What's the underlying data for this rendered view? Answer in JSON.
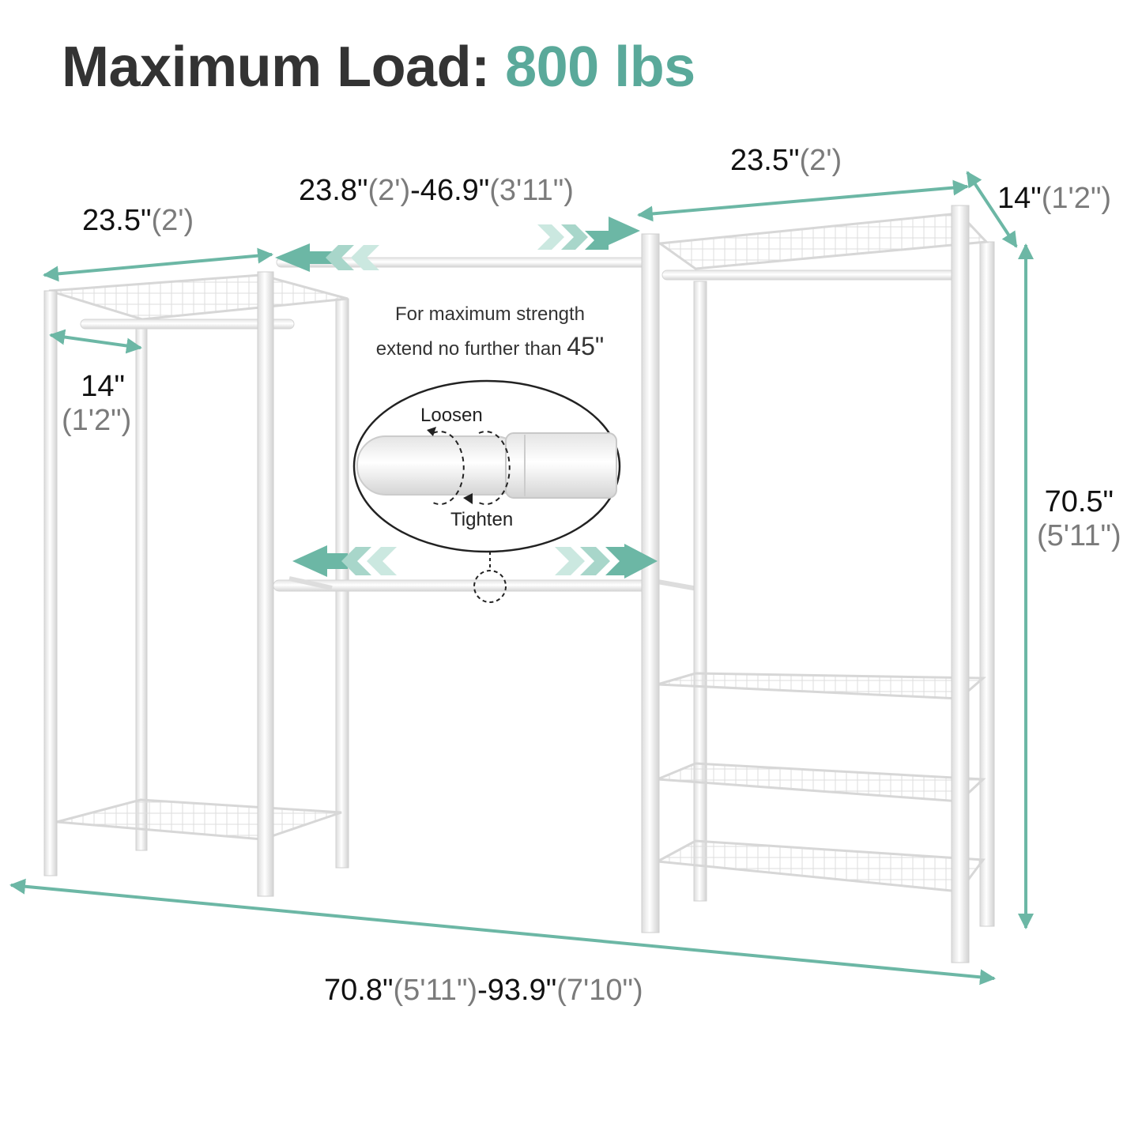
{
  "title": {
    "prefix": "Maximum Load: ",
    "value": "800 lbs"
  },
  "colors": {
    "accent": "#5aa99a",
    "arrow": "#6cb7a5",
    "arrow_light": "#bfe1d8",
    "title": "#333333",
    "secondary_text": "#7b7b7b",
    "frame": "#eeeeee"
  },
  "dimensions": {
    "left_width": {
      "main": "23.5\"",
      "sub": "(2')"
    },
    "left_depth": {
      "main": "14\"",
      "sub": "(1'2\")"
    },
    "middle_rod": {
      "part1": "23.8\"",
      "sub1": "(2')",
      "sep": "-46.9\"",
      "sub2": "(3'11\")"
    },
    "right_width": {
      "main": "23.5\"",
      "sub": "(2')"
    },
    "right_depth": {
      "main": "14\"",
      "sub": "(1'2\")"
    },
    "height": {
      "main": "70.5\"",
      "sub": "(5'11\")"
    },
    "total_width": {
      "part1": "70.8\"",
      "sub1": "(5'11\")",
      "sep": "-93.9\"",
      "sub2": "(7'10\")"
    }
  },
  "note": {
    "line1": "For maximum strength",
    "line2": "extend no further than ",
    "limit": "45\""
  },
  "detail": {
    "loosen": "Loosen",
    "tighten": "Tighten"
  },
  "icons": [
    "double-arrow-icon",
    "chevron-left-icon",
    "chevron-right-icon",
    "rotate-loosen-icon",
    "rotate-tighten-icon"
  ]
}
